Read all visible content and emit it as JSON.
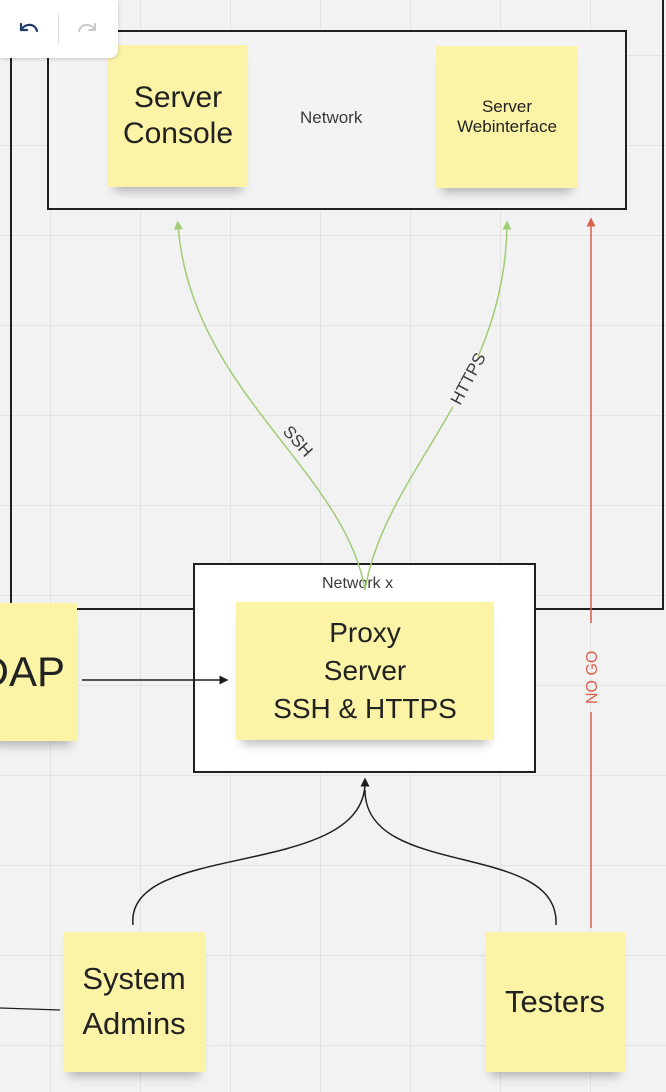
{
  "toolbar": {
    "undo_icon": "undo-icon",
    "redo_icon": "redo-icon"
  },
  "containers": {
    "network_label": "Network",
    "network_x_label": "Network x"
  },
  "notes": {
    "server_console": "Server\nConsole",
    "server_webinterface": "Server\nWebinterface",
    "proxy_server": "Proxy\nServer\nSSH & HTTPS",
    "ldap_partial": "DAP",
    "system_admins": "System\nAdmins",
    "testers": "Testers"
  },
  "connectors": {
    "ssh": "SSH",
    "https": "HTTPS",
    "no_go": "NO GO"
  },
  "colors": {
    "allowed": "#9fcc74",
    "denied": "#d9604d",
    "note": "#fbf3a6",
    "border": "#1f1f1f"
  }
}
